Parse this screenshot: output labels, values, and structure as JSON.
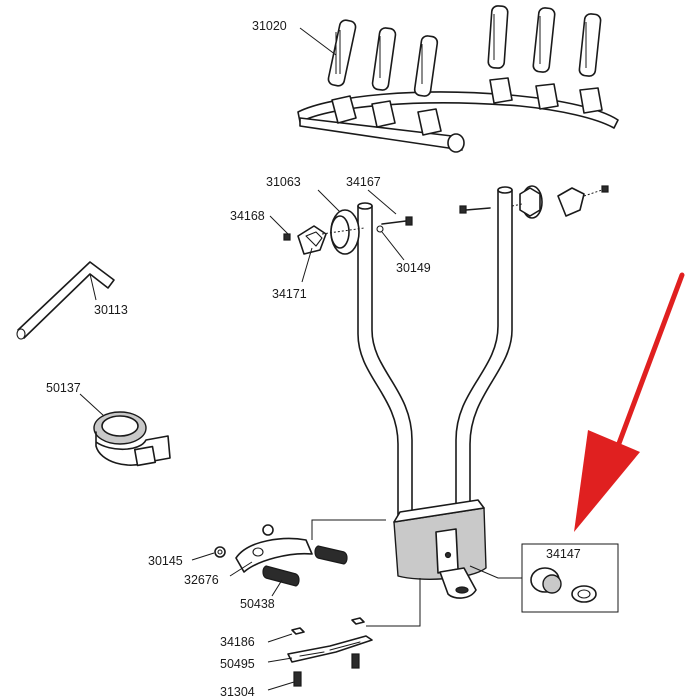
{
  "labels": {
    "l31020": "31020",
    "l31063": "31063",
    "l34167": "34167",
    "l34168": "34168",
    "l30149": "30149",
    "l34171": "34171",
    "l30113": "30113",
    "l50137": "50137",
    "l30145": "30145",
    "l32676": "32676",
    "l50438": "50438",
    "l34147": "34147",
    "l34186": "34186",
    "l50495": "50495",
    "l31304": "31304"
  },
  "colors": {
    "arrow": "#e02020",
    "line": "#1a1a1a",
    "part_fill": "#ffffff",
    "gray_fill": "#c9c9c9"
  },
  "icons": {
    "callout": "red-arrow-icon"
  }
}
